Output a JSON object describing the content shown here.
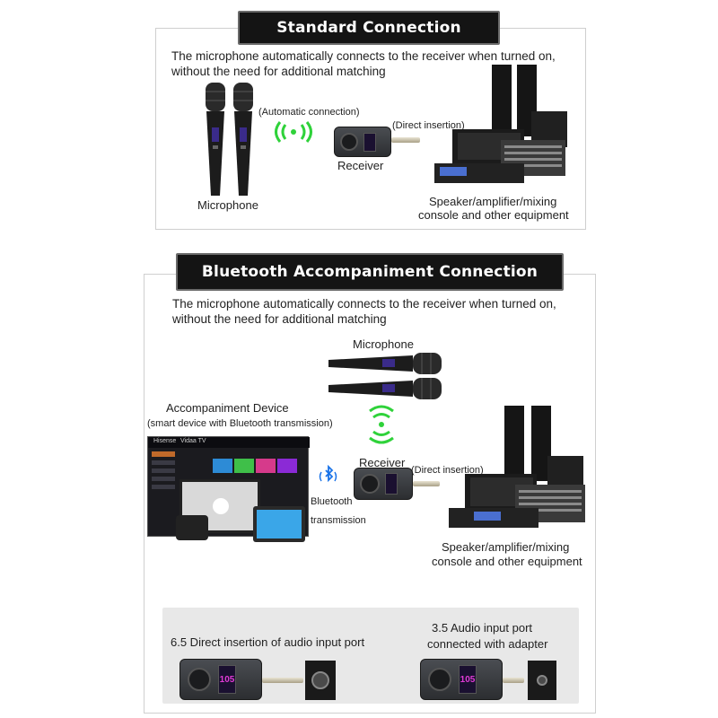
{
  "standard": {
    "title": "Standard Connection Diagram",
    "caption_line1": "The microphone automatically connects to the receiver when turned on,",
    "caption_line2": "without the need for additional matching",
    "auto_connection": "(Automatic connection)",
    "direct_insertion": "(Direct insertion)",
    "receiver_label": "Receiver",
    "microphone_label": "Microphone",
    "equipment_line1": "Speaker/amplifier/mixing",
    "equipment_line2": "console and other equipment"
  },
  "bluetooth": {
    "title": "Bluetooth Accompaniment Connection Diagram",
    "caption_line1": "The microphone automatically connects to the receiver when turned on,",
    "caption_line2": "without the need for additional matching",
    "microphone_label": "Microphone",
    "accompaniment_title": "Accompaniment Device",
    "accompaniment_sub": "(smart device with Bluetooth transmission)",
    "bluetooth_line1": "Bluetooth",
    "bluetooth_line2": "transmission",
    "receiver_label": "Receiver",
    "direct_insertion": "(Direct insertion)",
    "equipment_line1": "Speaker/amplifier/mixing",
    "equipment_line2": "console and other equipment",
    "tv_brand": "Hisense",
    "tv_os": "Vidaa TV"
  },
  "adapters": {
    "left_label": "6.5 Direct insertion of audio input port",
    "right_line1": "3.5 Audio input port",
    "right_line2": "connected with adapter"
  },
  "receiver_display": "105",
  "colors": {
    "title_bg": "#141414",
    "signal_green": "#2fd23a",
    "bluetooth_blue": "#1a73e8",
    "panel_border": "#cfcfcf",
    "strip_bg": "#e8e8e8"
  }
}
